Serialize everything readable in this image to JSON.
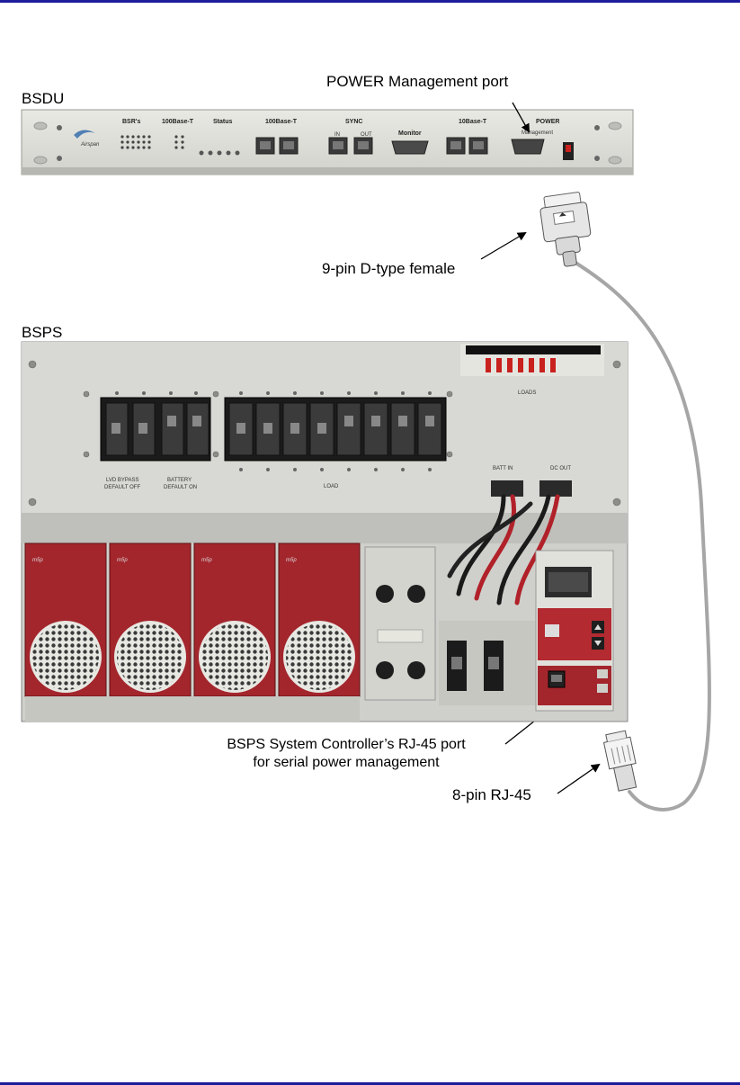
{
  "labels": {
    "bsdu": "BSDU",
    "bsps": "BSPS",
    "power_mgmt_port": "POWER Management port",
    "dtype_female": "9-pin D-type female",
    "controller_port_line1": "BSPS System Controller’s RJ-45 port",
    "controller_port_line2": "for serial power management",
    "rj45": "8-pin RJ-45"
  },
  "bsdu_panel": {
    "brand": "Airspan",
    "sections": {
      "bsrs": "BSR's",
      "base100_a": "100Base-T",
      "status": "Status",
      "base100_b": "100Base-T",
      "sync": "SYNC",
      "sync_in": "IN",
      "sync_out": "OUT",
      "monitor": "Monitor",
      "base10": "10Base-T",
      "power": "POWER",
      "management": "Management"
    }
  },
  "bsps_panel": {
    "lvd_line1": "LVD BYPASS",
    "lvd_line2": "DEFAULT OFF",
    "battery_line1": "BATTERY",
    "battery_line2": "DEFAULT ON",
    "load": "LOAD",
    "loads": "LOADS",
    "batt_in": "BATT IN",
    "dc_out": "DC OUT",
    "module_brand": "m5p"
  },
  "colors": {
    "rule": "#1d1d9b",
    "module_red": "#a3262d",
    "cable": "#a6a6a6"
  }
}
